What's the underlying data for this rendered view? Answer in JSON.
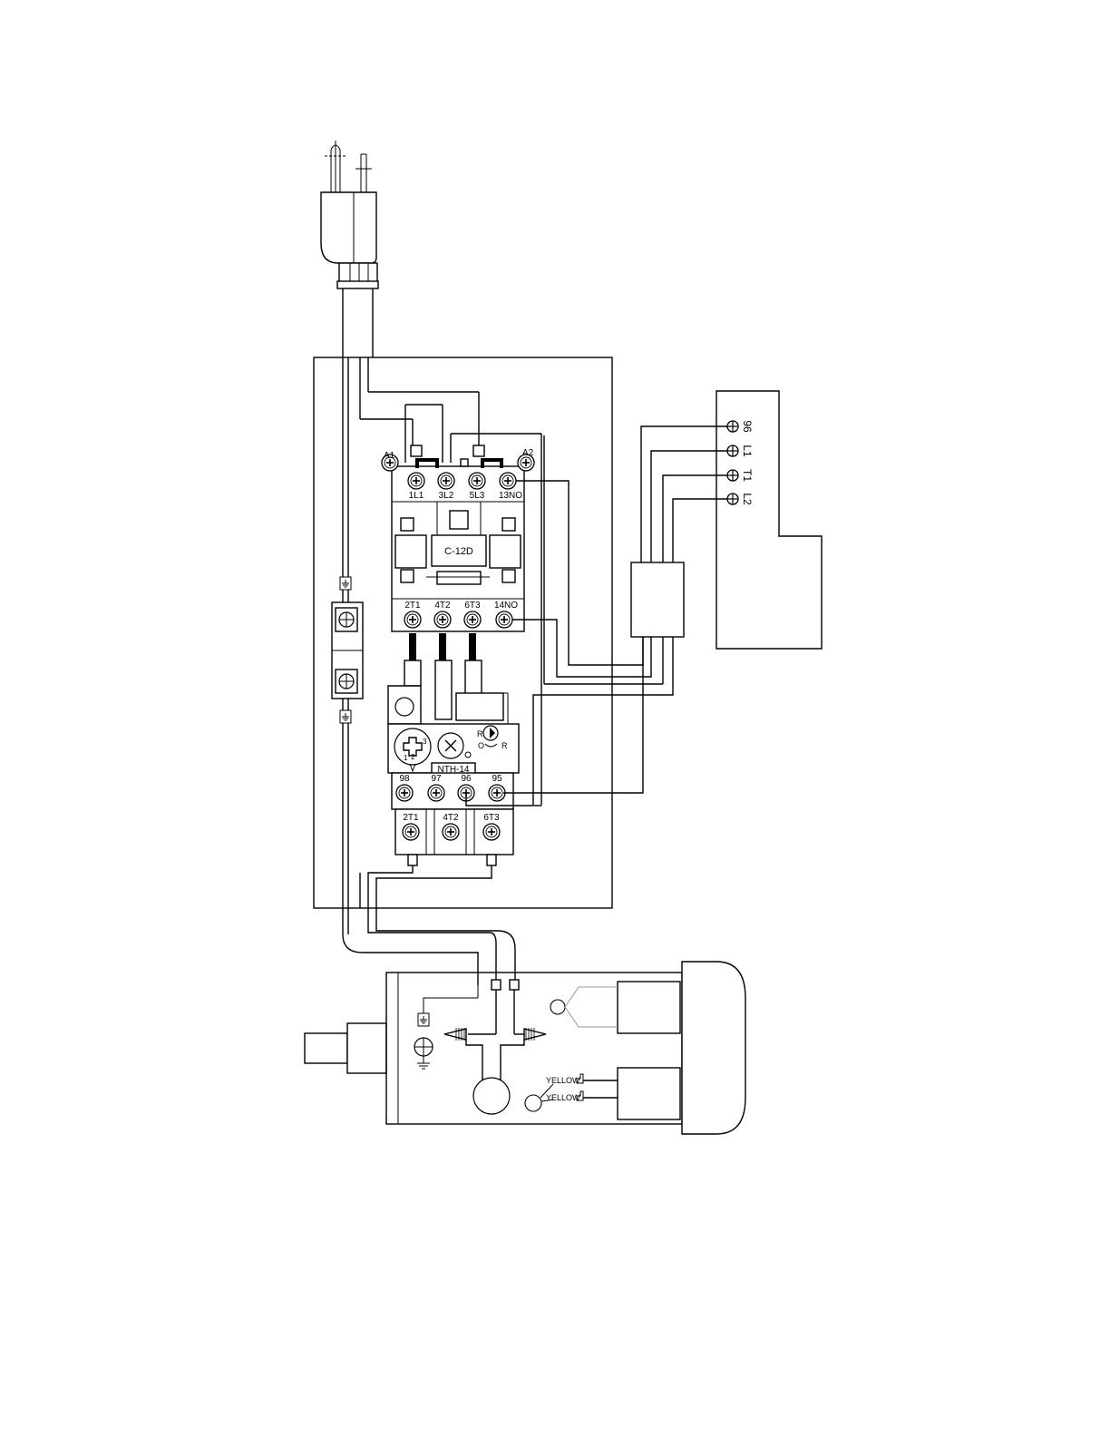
{
  "contactor": {
    "model": "C-12D",
    "coil_left": "A1",
    "coil_right": "A2",
    "top_terminals": [
      "1L1",
      "3L2",
      "5L3",
      "13NO"
    ],
    "bottom_terminals": [
      "2T1",
      "4T2",
      "6T3",
      "14NO"
    ]
  },
  "overload_relay": {
    "model": "NTH-14",
    "aux_terminals": [
      "98",
      "97",
      "96",
      "95"
    ],
    "load_terminals": [
      "2T1",
      "4T2",
      "6T3"
    ],
    "dial_values": [
      "1",
      "2",
      "3"
    ],
    "reset_labels": [
      "R",
      "O",
      "R"
    ]
  },
  "switch": {
    "terminals": [
      "96",
      "L1",
      "T1",
      "L2"
    ]
  },
  "motor": {
    "lead_labels": [
      "YELLOW",
      "YELLOW"
    ]
  }
}
